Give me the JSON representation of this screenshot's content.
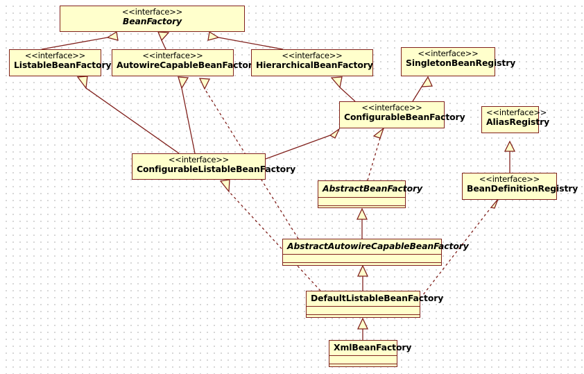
{
  "diagram": {
    "kind": "uml-class-diagram",
    "title": "Spring BeanFactory hierarchy",
    "colors": {
      "box_fill": "#ffffcc",
      "box_border": "#80201c",
      "edge": "#80201c",
      "background": "#ffffff",
      "grid_dot": "#c8c8c8"
    },
    "stereotype_label": "<<interface>>",
    "nodes": [
      {
        "id": "beanfactory",
        "stereotype": "<<interface>>",
        "name": "BeanFactory",
        "abstract": true,
        "compartments": 0
      },
      {
        "id": "listablebeanfactory",
        "stereotype": "<<interface>>",
        "name": "ListableBeanFactory",
        "abstract": false,
        "compartments": 0
      },
      {
        "id": "autowirecapable",
        "stereotype": "<<interface>>",
        "name": "AutowireCapableBeanFactory",
        "abstract": false,
        "compartments": 0
      },
      {
        "id": "hierarchical",
        "stereotype": "<<interface>>",
        "name": "HierarchicalBeanFactory",
        "abstract": false,
        "compartments": 0
      },
      {
        "id": "singletonregistry",
        "stereotype": "<<interface>>",
        "name": "SingletonBeanRegistry",
        "abstract": false,
        "compartments": 0
      },
      {
        "id": "configurablebean",
        "stereotype": "<<interface>>",
        "name": "ConfigurableBeanFactory",
        "abstract": false,
        "compartments": 0
      },
      {
        "id": "aliasregistry",
        "stereotype": "<<interface>>",
        "name": "AliasRegistry",
        "abstract": false,
        "compartments": 0
      },
      {
        "id": "configurablelistable",
        "stereotype": "<<interface>>",
        "name": "ConfigurableListableBeanFactory",
        "abstract": false,
        "compartments": 0
      },
      {
        "id": "beandefinitionregistry",
        "stereotype": "<<interface>>",
        "name": "BeanDefinitionRegistry",
        "abstract": false,
        "compartments": 0
      },
      {
        "id": "abstractbeanfactory",
        "stereotype": "",
        "name": "AbstractBeanFactory",
        "abstract": true,
        "compartments": 2
      },
      {
        "id": "abstractautowire",
        "stereotype": "",
        "name": "AbstractAutowireCapableBeanFactory",
        "abstract": true,
        "compartments": 2
      },
      {
        "id": "defaultlistable",
        "stereotype": "",
        "name": "DefaultListableBeanFactory",
        "abstract": false,
        "compartments": 2
      },
      {
        "id": "xmlbeanfactory",
        "stereotype": "",
        "name": "XmlBeanFactory",
        "abstract": false,
        "compartments": 2
      }
    ],
    "edges": [
      {
        "from": "listablebeanfactory",
        "to": "beanfactory",
        "type": "generalization"
      },
      {
        "from": "autowirecapable",
        "to": "beanfactory",
        "type": "generalization"
      },
      {
        "from": "hierarchical",
        "to": "beanfactory",
        "type": "generalization"
      },
      {
        "from": "configurablebean",
        "to": "hierarchical",
        "type": "generalization"
      },
      {
        "from": "configurablebean",
        "to": "singletonregistry",
        "type": "generalization"
      },
      {
        "from": "configurablelistable",
        "to": "listablebeanfactory",
        "type": "generalization"
      },
      {
        "from": "configurablelistable",
        "to": "autowirecapable",
        "type": "generalization"
      },
      {
        "from": "configurablelistable",
        "to": "configurablebean",
        "type": "generalization"
      },
      {
        "from": "beandefinitionregistry",
        "to": "aliasregistry",
        "type": "generalization"
      },
      {
        "from": "abstractbeanfactory",
        "to": "configurablebean",
        "type": "realization"
      },
      {
        "from": "abstractautowire",
        "to": "abstractbeanfactory",
        "type": "generalization"
      },
      {
        "from": "abstractautowire",
        "to": "autowirecapable",
        "type": "realization"
      },
      {
        "from": "defaultlistable",
        "to": "abstractautowire",
        "type": "generalization"
      },
      {
        "from": "defaultlistable",
        "to": "configurablelistable",
        "type": "realization"
      },
      {
        "from": "defaultlistable",
        "to": "beandefinitionregistry",
        "type": "realization"
      },
      {
        "from": "xmlbeanfactory",
        "to": "defaultlistable",
        "type": "generalization"
      }
    ]
  }
}
